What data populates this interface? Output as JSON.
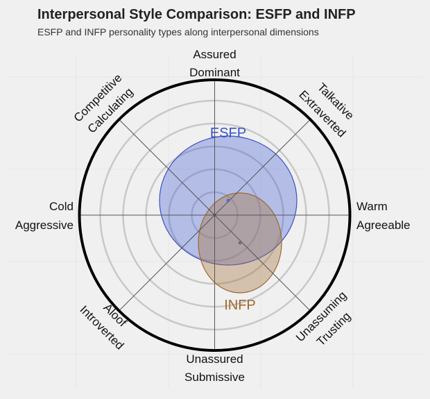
{
  "header": {
    "title": "Interpersonal Style Comparison: ESFP and INFP",
    "subtitle": "ESFP and INFP personality types along interpersonal dimensions"
  },
  "axes": {
    "top": [
      "Assured",
      "Dominant"
    ],
    "top_right": [
      "Talkative",
      "Extraverted"
    ],
    "right": [
      "Warm",
      "Agreeable"
    ],
    "bottom_right": [
      "Unassuming",
      "Trusting"
    ],
    "bottom": [
      "Unassured",
      "Submissive"
    ],
    "bottom_left": [
      "Aloof",
      "Introverted"
    ],
    "left": [
      "Cold",
      "Aggressive"
    ],
    "top_left": [
      "Competitive",
      "Calculating"
    ]
  },
  "chart_data": {
    "type": "scatter",
    "title": "Interpersonal Style Comparison: ESFP and INFP",
    "subtitle": "ESFP and INFP personality types along interpersonal dimensions",
    "xlabel": "Cold/Aggressive (-) to Warm/Agreeable (+)",
    "ylabel": "Unassured/Submissive (-) to Assured/Dominant (+)",
    "xlim": [
      -6,
      6
    ],
    "ylim": [
      -6,
      6
    ],
    "rings": [
      1,
      2,
      3,
      4,
      5
    ],
    "series": [
      {
        "name": "ESFP",
        "color": "#3a52c4",
        "fill": "#b3bbea",
        "center": [
          0.6,
          0.65
        ],
        "rx": 3.0,
        "ry": 2.85
      },
      {
        "name": "INFP",
        "color": "#a0662a",
        "fill": "#c9ad94",
        "center": [
          1.1,
          -1.2
        ],
        "rx": 1.8,
        "ry": 2.2
      }
    ]
  },
  "legend": {
    "esfp_label": "ESFP",
    "infp_label": "INFP"
  }
}
